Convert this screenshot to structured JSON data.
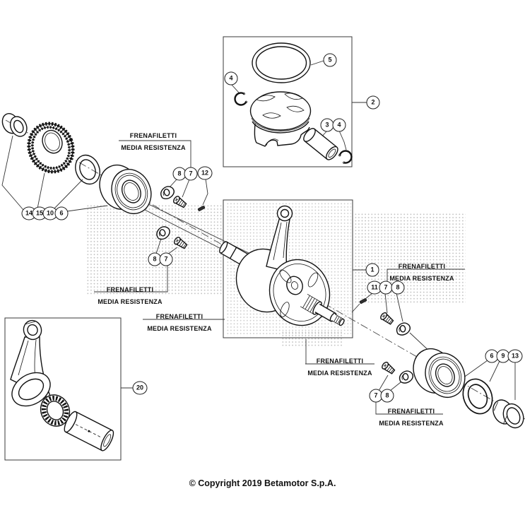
{
  "diagram": {
    "copyright": "© Copyright 2019 Betamotor S.p.A.",
    "note": {
      "line1": "FRENAFILETTI",
      "line2": "MEDIA RESISTENZA"
    },
    "callouts": [
      {
        "label": "5"
      },
      {
        "label": "4"
      },
      {
        "label": "2"
      },
      {
        "label": "3"
      },
      {
        "label": "4"
      },
      {
        "label": "8"
      },
      {
        "label": "7"
      },
      {
        "label": "12"
      },
      {
        "label": "14"
      },
      {
        "label": "15"
      },
      {
        "label": "10"
      },
      {
        "label": "6"
      },
      {
        "label": "8"
      },
      {
        "label": "7"
      },
      {
        "label": "1"
      },
      {
        "label": "11"
      },
      {
        "label": "7"
      },
      {
        "label": "8"
      },
      {
        "label": "20"
      },
      {
        "label": "6"
      },
      {
        "label": "9"
      },
      {
        "label": "13"
      },
      {
        "label": "7"
      },
      {
        "label": "8"
      }
    ]
  }
}
